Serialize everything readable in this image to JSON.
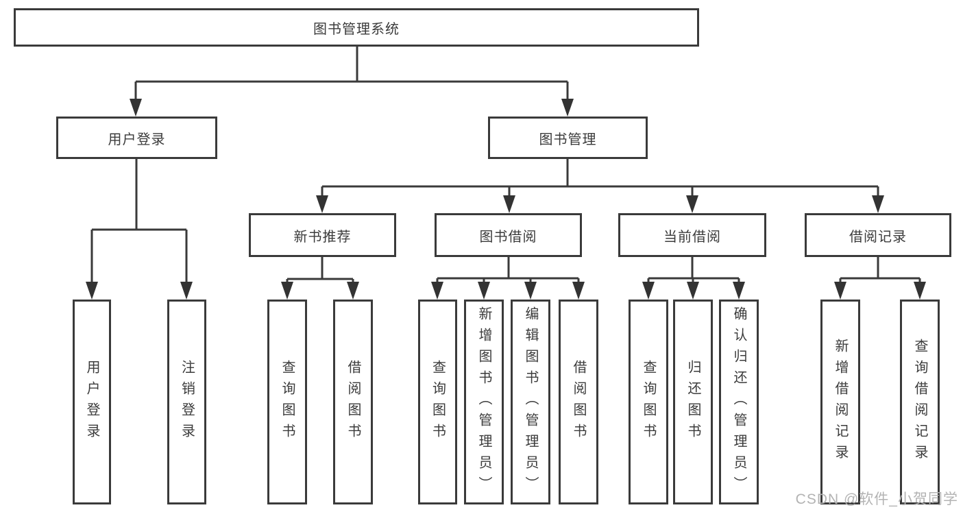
{
  "tree": {
    "root": {
      "label": "图书管理系统"
    },
    "user_login": {
      "label": "用户登录",
      "children": {
        "login": {
          "label": "用户登录"
        },
        "logout": {
          "label": "注销登录"
        }
      }
    },
    "book_mgmt": {
      "label": "图书管理",
      "children": {
        "new_book_rec": {
          "label": "新书推荐",
          "children": {
            "query_book": {
              "label": "查询图书"
            },
            "borrow_book": {
              "label": "借阅图书"
            }
          }
        },
        "book_borrow": {
          "label": "图书借阅",
          "children": {
            "query_book": {
              "label": "查询图书"
            },
            "add_book": {
              "label": "新增图书（管理员）"
            },
            "edit_book": {
              "label": "编辑图书（管理员）"
            },
            "borrow_book": {
              "label": "借阅图书"
            }
          }
        },
        "current_borrow": {
          "label": "当前借阅",
          "children": {
            "query_book": {
              "label": "查询图书"
            },
            "return_book": {
              "label": "归还图书"
            },
            "confirm_return": {
              "label": "确认归还（管理员）"
            }
          }
        },
        "borrow_records": {
          "label": "借阅记录",
          "children": {
            "add_record": {
              "label": "新增借阅记录"
            },
            "query_record": {
              "label": "查询借阅记录"
            }
          }
        }
      }
    }
  },
  "watermark": {
    "text": "CSDN @软件_小贺同学"
  },
  "colors": {
    "line": "#3a3a3a",
    "text": "#3b3b3b",
    "watermark": "#b3b3b3",
    "background": "#ffffff"
  }
}
